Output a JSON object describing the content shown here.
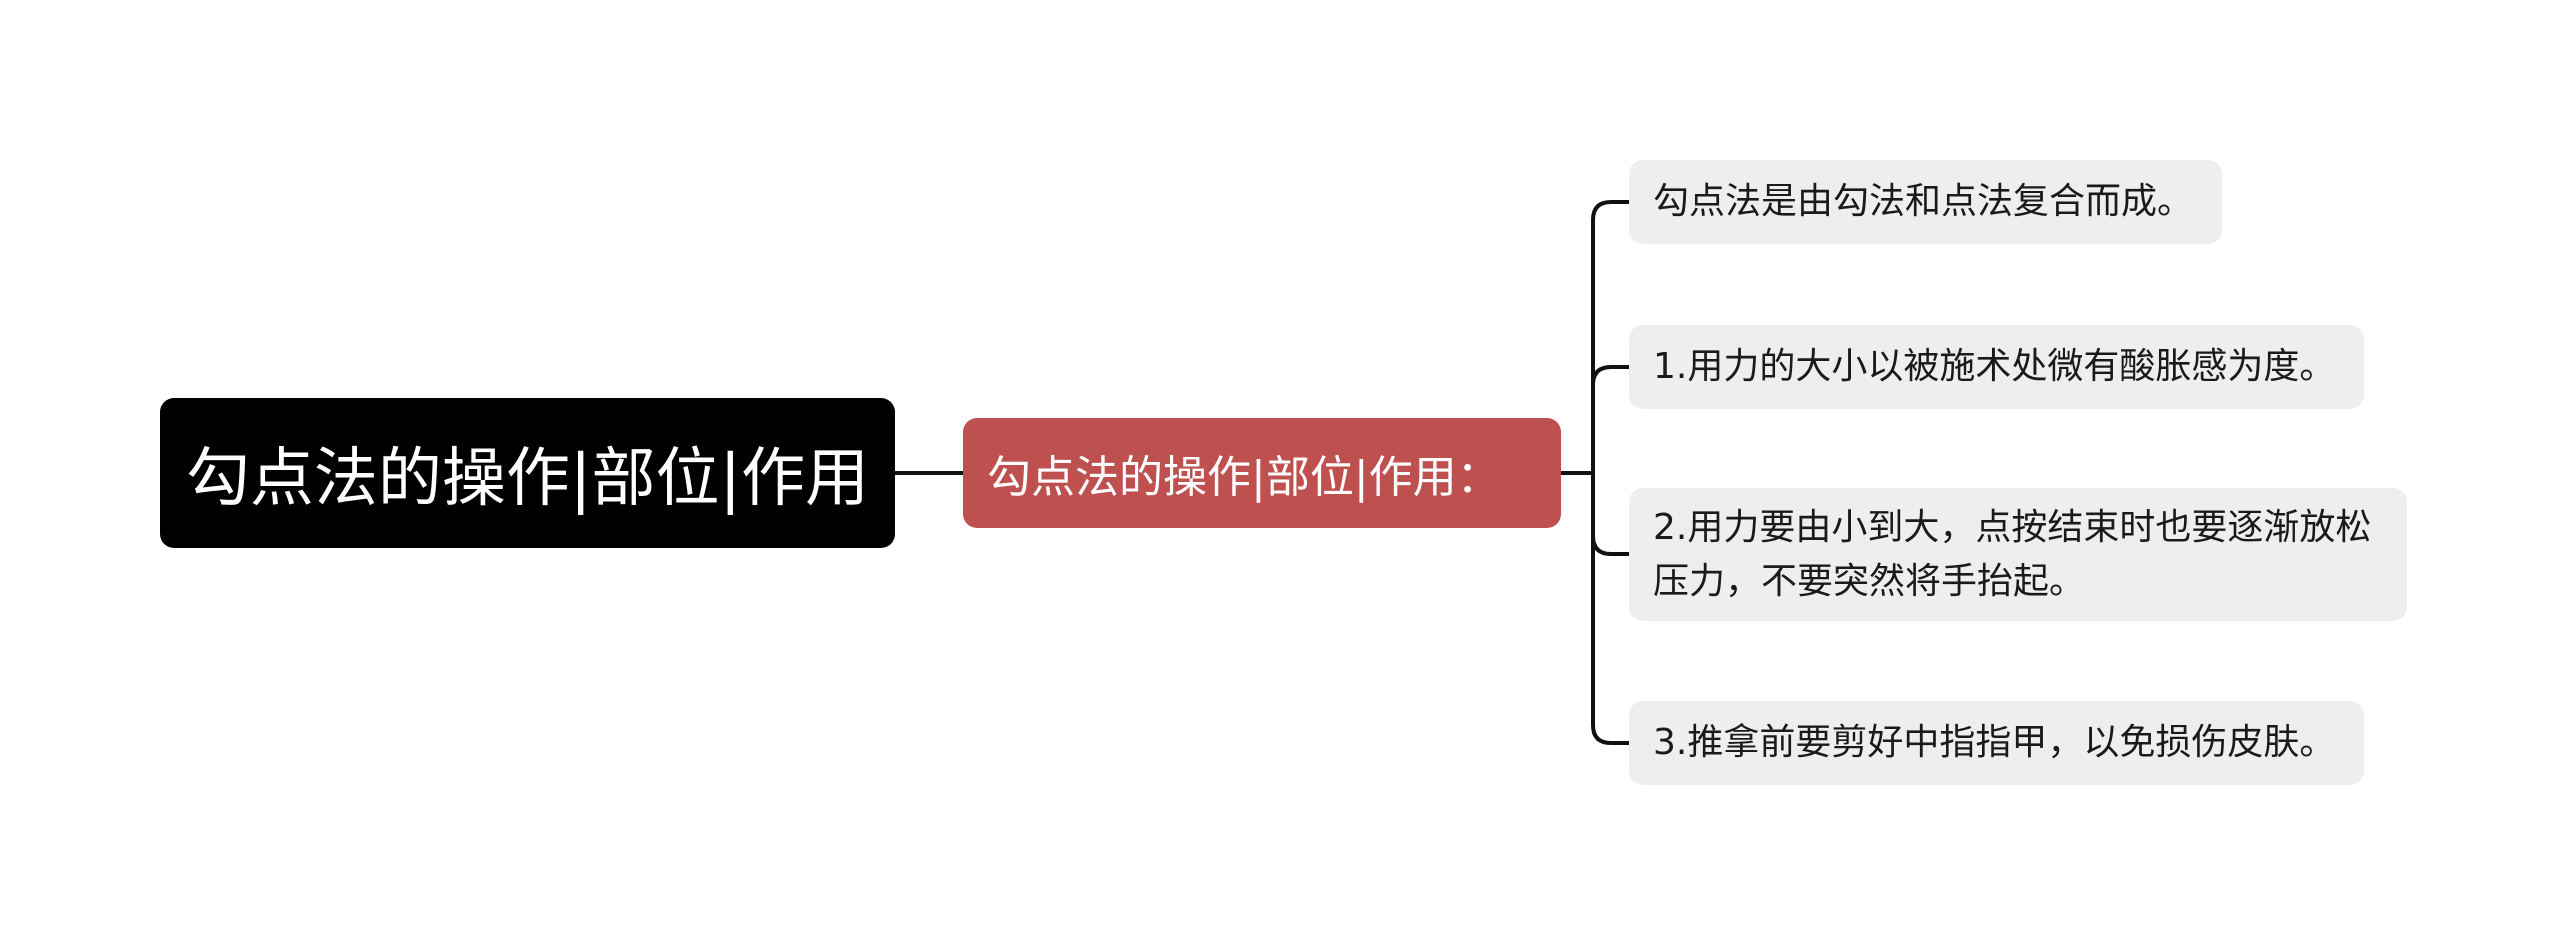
{
  "mindmap": {
    "root": {
      "label": "勾点法的操作|部位|作用"
    },
    "topic": {
      "label": "勾点法的操作|部位|作用："
    },
    "leaves": [
      {
        "label": "勾点法是由勾法和点法复合而成。"
      },
      {
        "label": "1.用力的大小以被施术处微有酸胀感为度。"
      },
      {
        "label": "2.用力要由小到大，点按结束时也要逐渐放松压力，不要突然将手抬起。"
      },
      {
        "label": "3.推拿前要剪好中指指甲，以免损伤皮肤。"
      }
    ]
  },
  "colors": {
    "root_bg": "#000000",
    "topic_bg": "#bf5050",
    "leaf_bg": "#eeeeee",
    "connector": "#111111"
  }
}
